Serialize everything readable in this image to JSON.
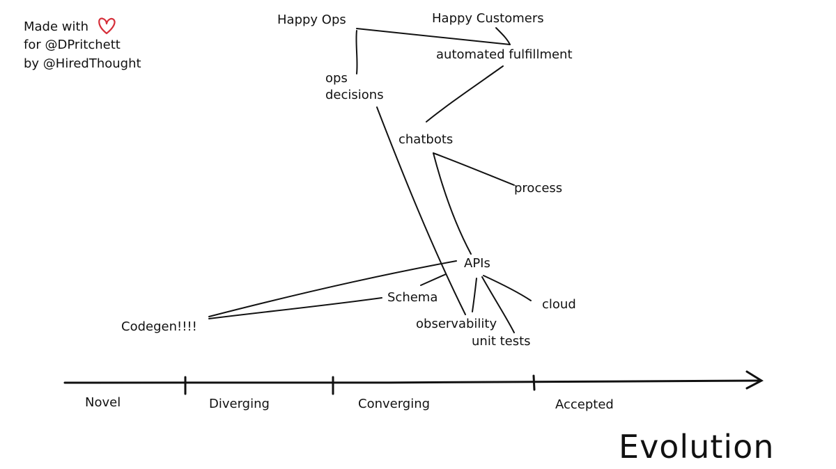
{
  "credit": {
    "line1": "Made with",
    "line2": "for @DPritchett",
    "line3": "by @HiredThought",
    "heart_icon": "heart-icon",
    "heart_color": "#d62f3a"
  },
  "nodes": {
    "happy_ops": "Happy Ops",
    "happy_customers": "Happy Customers",
    "automated_fulfillment": "automated fulfillment",
    "ops": "ops",
    "decisions": "decisions",
    "chatbots": "chatbots",
    "process": "process",
    "apis": "APIs",
    "schema": "Schema",
    "cloud": "cloud",
    "codegen": "Codegen!!!!",
    "observability": "observability",
    "unit_tests": "unit tests"
  },
  "axis": {
    "stages": [
      "Novel",
      "Diverging",
      "Converging",
      "Accepted"
    ],
    "title": "Evolution"
  }
}
